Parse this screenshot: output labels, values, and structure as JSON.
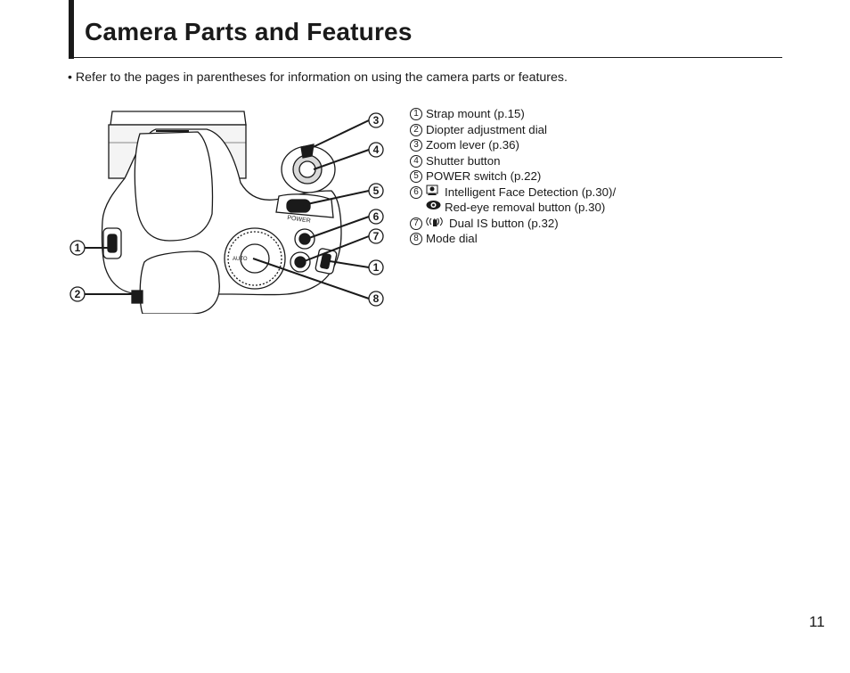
{
  "header": {
    "title": "Camera Parts and Features"
  },
  "intro": {
    "text": "• Refer to the pages in parentheses for information on using the camera parts or features."
  },
  "callouts": {
    "c1a": "1",
    "c2": "2",
    "c3": "3",
    "c4": "4",
    "c5": "5",
    "c6": "6",
    "c7": "7",
    "c1b": "1",
    "c8": "8"
  },
  "camera": {
    "power_label": "POWER",
    "auto_label": "AUTO"
  },
  "parts": [
    {
      "num": "1",
      "label": "Strap mount (p.15)"
    },
    {
      "num": "2",
      "label": "Diopter adjustment dial"
    },
    {
      "num": "3",
      "label": "Zoom lever (p.36)"
    },
    {
      "num": "4",
      "label": "Shutter button"
    },
    {
      "num": "5",
      "label": "POWER switch (p.22)"
    },
    {
      "num": "6",
      "label": "Intelligent Face Detection (p.30)/",
      "label2": "Red-eye removal button (p.30)",
      "icons": [
        "face-detection-icon",
        "red-eye-icon"
      ]
    },
    {
      "num": "7",
      "label": "Dual IS button (p.32)",
      "icon": "dual-is-icon"
    },
    {
      "num": "8",
      "label": "Mode dial"
    }
  ],
  "page_number": "11"
}
